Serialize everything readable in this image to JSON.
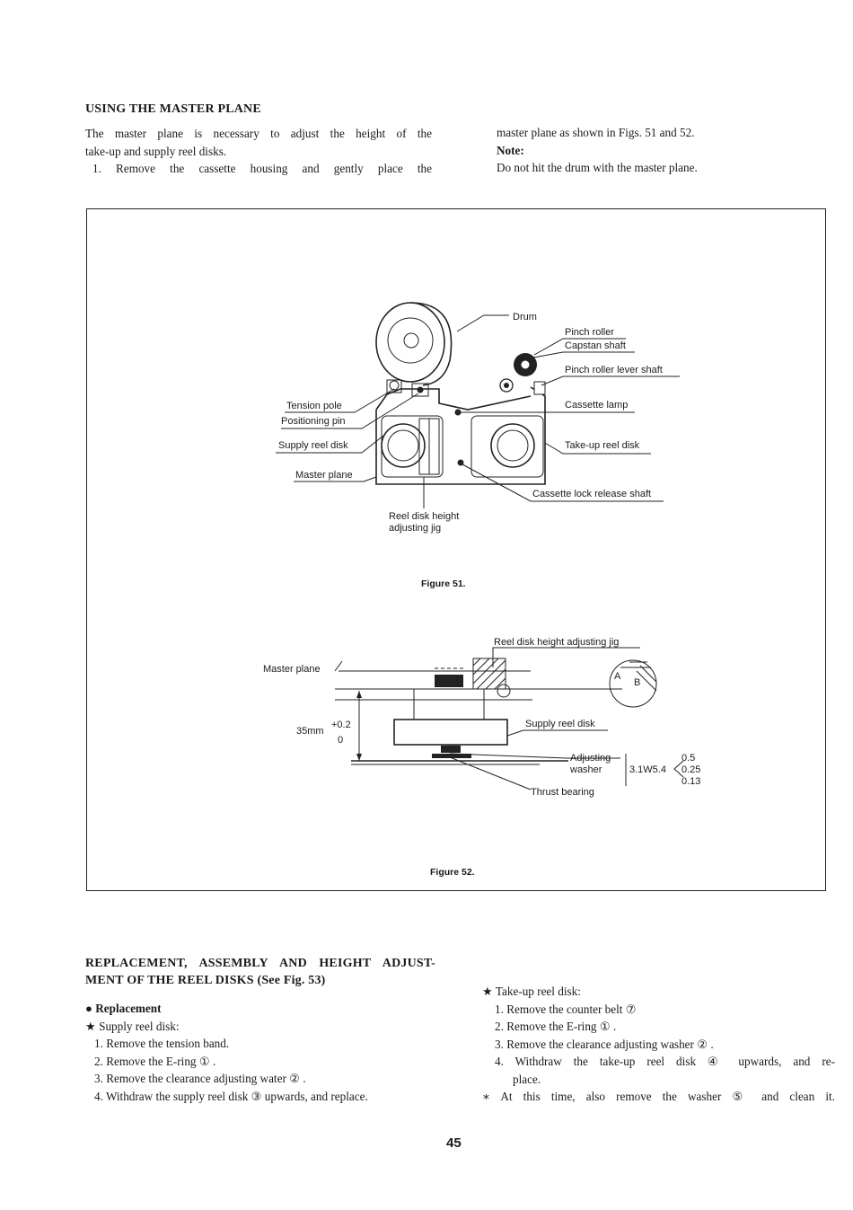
{
  "section1": {
    "title": "USING THE MASTER PLANE",
    "left_lines": [
      "The master plane is necessary to adjust the height of the",
      "take-up and supply reel disks.",
      "1. Remove the cassette housing and gently place the"
    ],
    "right_lines": [
      "master plane as shown in Figs. 51 and 52.",
      "Note:",
      "Do not hit the drum with the master plane."
    ]
  },
  "figure51": {
    "caption": "Figure 51.",
    "labels": {
      "drum": "Drum",
      "pinch_roller": "Pinch roller",
      "capstan_shaft": "Capstan shaft",
      "pinch_roller_lever_shaft": "Pinch roller lever shaft",
      "cassette_lamp": "Cassette lamp",
      "take_up_reel_disk": "Take-up reel disk",
      "cassette_lock_release_shaft": "Cassette lock release shaft",
      "tension_pole": "Tension pole",
      "positioning_pin": "Positioning pin",
      "supply_reel_disk": "Supply reel disk",
      "master_plane": "Master plane",
      "jig_line1": "Reel disk height",
      "jig_line2": "adjusting jig"
    }
  },
  "figure52": {
    "caption": "Figure 52.",
    "labels": {
      "jig": "Reel disk height adjusting jig",
      "master_plane": "Master plane",
      "dim_value": "35mm",
      "tol_plus": "+0.2",
      "tol_zero": "0",
      "supply_reel_disk": "Supply reel disk",
      "adjusting": "Adjusting",
      "washer": "washer",
      "thrust_bearing": "Thrust bearing",
      "part_no": "3.1W5.4",
      "t1": "0.5",
      "t2": "0.25",
      "t3": "0.13",
      "detail_a": "A",
      "detail_b": "B"
    }
  },
  "section2": {
    "title_line1": "REPLACEMENT, ASSEMBLY AND HEIGHT ADJUST-",
    "title_line2": "MENT OF THE REEL DISKS (See Fig. 53)",
    "replacement_heading": "● Replacement",
    "supply_heading": "★ Supply reel disk:",
    "supply_steps": [
      "1.  Remove the tension band.",
      "2.  Remove the E-ring ① .",
      "3.  Remove the clearance adjusting water ② .",
      "4.  Withdraw the supply reel disk ③ upwards, and replace."
    ],
    "takeup_heading": "★ Take-up reel disk:",
    "takeup_steps": [
      "1.  Remove the counter belt ⑦",
      "2.  Remove the E-ring ① .",
      "3.  Remove the clearance adjusting washer ② .",
      "4.  Withdraw the take-up reel disk ④ upwards, and re-",
      "place.",
      "∗  At this time, also remove the washer ⑤ and clean it."
    ]
  },
  "page_number": "45"
}
